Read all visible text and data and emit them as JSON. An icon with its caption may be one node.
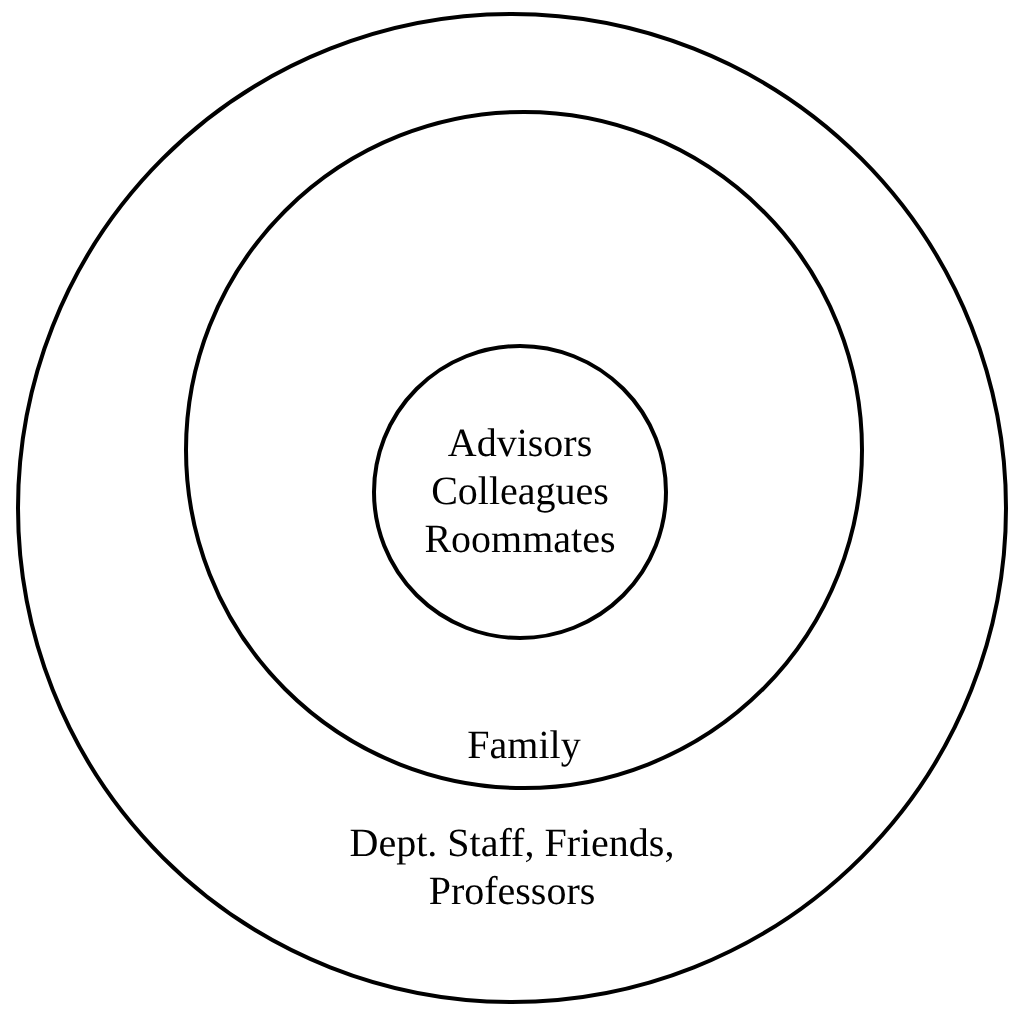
{
  "diagram": {
    "nodes": [
      {
        "text": [
          "Dept. Staff, Friends, Professors"
        ]
      },
      {
        "text": [
          "Family"
        ],
        "in": 0
      },
      {
        "text": [
          "Advisors Colleagues Roommates"
        ],
        "in": 1
      }
    ]
  }
}
